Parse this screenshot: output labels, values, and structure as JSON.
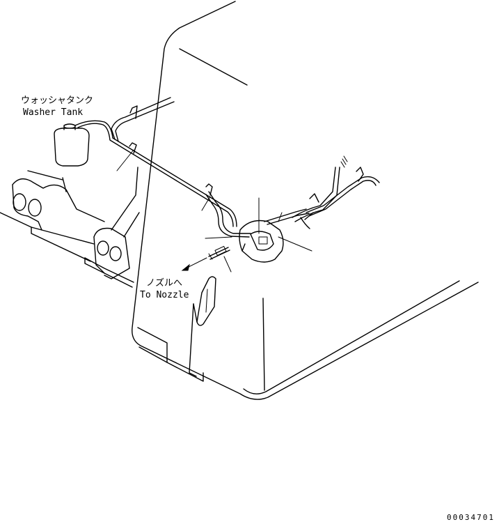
{
  "labels": {
    "washer_tank_jp": "ウォッシャタンク",
    "washer_tank_en": "Washer Tank",
    "to_nozzle_jp": "ノズルへ",
    "to_nozzle_en": "To Nozzle"
  },
  "drawing_code": "00034701"
}
